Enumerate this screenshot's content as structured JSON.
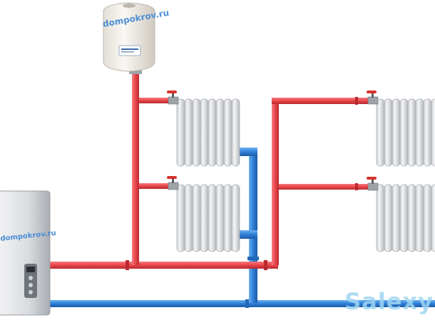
{
  "diagram": {
    "watermark_tank": "dompokrov.ru",
    "watermark_boiler": "dompokrov.ru",
    "watermark_brand": "Salexy",
    "colors": {
      "supply_pipe": "#e8454a",
      "return_pipe": "#2f7fd8",
      "radiator": "#e4e6e8",
      "boiler": "#d9dcdf",
      "tank": "#f3f0ea",
      "valve_handle": "#d5332b"
    }
  }
}
